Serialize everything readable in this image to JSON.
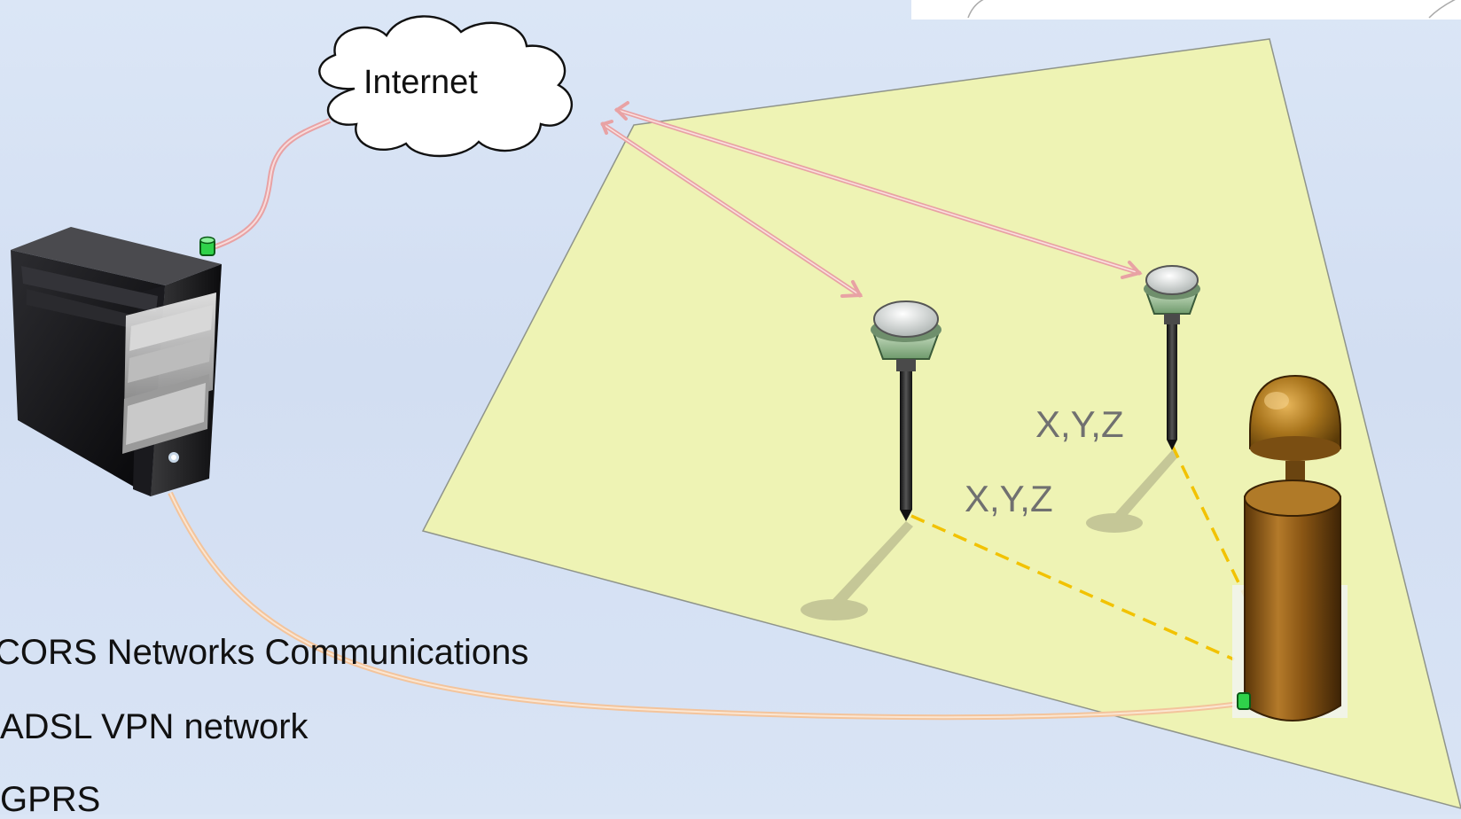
{
  "cloud": {
    "label": "Internet"
  },
  "coordinates": {
    "station_a": "X,Y,Z",
    "station_b": "X,Y,Z"
  },
  "communications": {
    "title": "CORS Networks Communications",
    "items": [
      "ADSL VPN network",
      "GPRS"
    ]
  },
  "colors": {
    "background": "#d6e2f4",
    "area_fill": "#eef3b4",
    "link_red": "#e8a2a4",
    "link_orange": "#f3c49c",
    "baseline": "#f2c200",
    "connector": "#2fd24a"
  },
  "icons": {
    "server": "server-tower-icon",
    "cloud": "cloud-icon",
    "rover": "gnss-rover-pole-icon",
    "base": "cors-reference-station-icon"
  }
}
